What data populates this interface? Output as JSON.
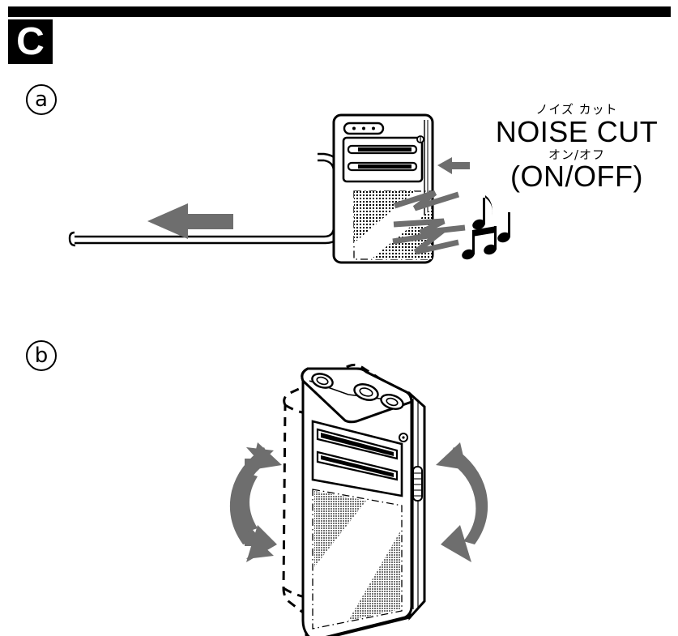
{
  "figure": {
    "section_label": "C",
    "steps": [
      {
        "id": "a",
        "label": "a"
      },
      {
        "id": "b",
        "label": "b"
      }
    ]
  },
  "callout": {
    "furigana_top": "ノイズ カット",
    "label_main": "NOISE CUT",
    "furigana_bottom": "オン/オフ",
    "label_sub": "(ON/OFF)"
  },
  "panel_a": {
    "description": "Portable cassette player with headphone cord, noise cut switch arrow, noise zigzags and music notes",
    "icons": {
      "pointer_arrow": "left-arrow-icon",
      "cord_arrow": "left-arrow-icon",
      "noise": "noise-zigzag-icon",
      "notes": [
        "eighth-note-icon",
        "quarter-note-icon",
        "beamed-notes-icon"
      ]
    }
  },
  "panel_b": {
    "description": "Portable cassette player shown in perspective with dashed ghost outline and two curved double-headed rotation arrows",
    "icons": {
      "rotate_left": "curved-double-arrow-icon",
      "rotate_right": "curved-double-arrow-icon",
      "ghost_outline": "dashed-outline-icon"
    }
  },
  "colors": {
    "ink": "#000000",
    "gray_arrow": "#6E6E6E",
    "paper": "#FFFFFF"
  }
}
